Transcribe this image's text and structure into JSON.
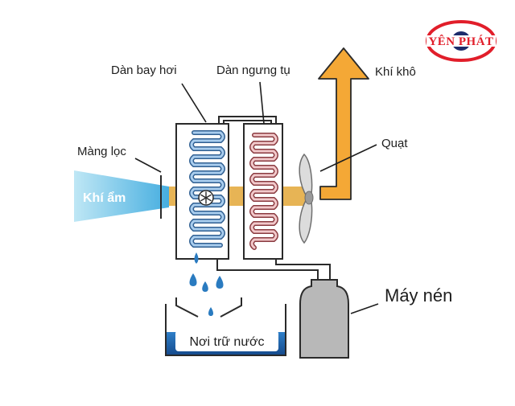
{
  "logo": {
    "text": "YÊN PHÁT",
    "colors": {
      "ring": "#e11e2a",
      "text": "#e11e2a",
      "iris": "#1d2c6b"
    }
  },
  "labels": {
    "evaporator": "Dàn bay hơi",
    "condenser": "Dàn ngưng tụ",
    "dry_air": "Khí khô",
    "filter": "Màng lọc",
    "fan": "Quạt",
    "humid_air": "Khí ẩm",
    "compressor": "Máy nén",
    "water_tank": "Nơi trữ nước"
  },
  "icons": {
    "fan_center": "snowflake-icon",
    "water": "water-drop-icon",
    "dry_air_arrow": "up-arrow-icon"
  },
  "colors": {
    "humid_air": "#6ec6e6",
    "air_band": "#e7b455",
    "dry_air_arrow": "#f4a836",
    "evaporator_coil": "#5a8fc4",
    "condenser_coil": "#c96a6e",
    "water": "#2a7bc0",
    "compressor": "#b8b8b8",
    "tank_water": "#1f5fa8"
  }
}
